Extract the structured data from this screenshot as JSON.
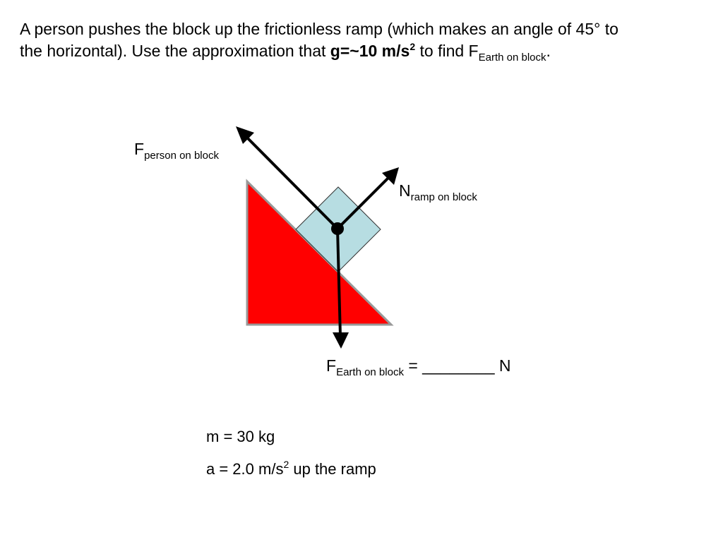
{
  "problem": {
    "line1": "A person pushes the block up the frictionless ramp (which makes an angle of 45° to",
    "line2_start": "the horizontal). Use the approximation that ",
    "g_bold": "g=~10 m/s",
    "g_sup": "2",
    "line2_mid": " to find F",
    "target_sub": "Earth on block",
    "line2_end": "."
  },
  "labels": {
    "person_main": "F",
    "person_sub": "person on block",
    "normal_main": "N",
    "normal_sub": "ramp on block",
    "earth_main": "F",
    "earth_sub": "Earth on block",
    "earth_rest": " = ________ N"
  },
  "given": {
    "mass": "m = 30 kg",
    "accel_start": "a = 2.0 m/s",
    "accel_sup": "2",
    "accel_end": " up the ramp"
  },
  "colors": {
    "ramp_fill": "#ff0000",
    "ramp_stroke": "#999999",
    "block_fill": "#b7dde2",
    "arrow": "#000000"
  },
  "ramp_angle_deg": 45
}
